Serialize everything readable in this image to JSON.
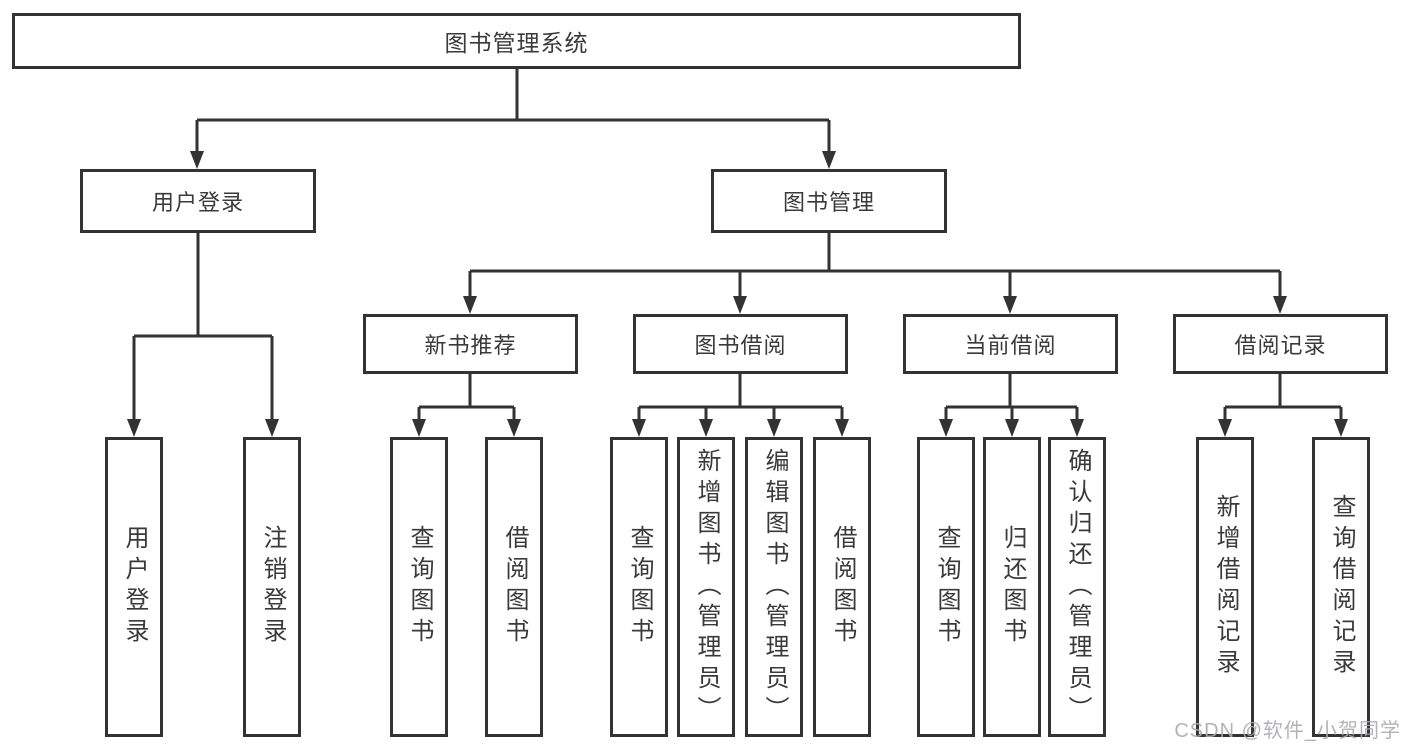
{
  "tree": {
    "label": "图书管理系统",
    "children": [
      {
        "label": "用户登录",
        "children": [
          {
            "label": "用户登录"
          },
          {
            "label": "注销登录"
          }
        ]
      },
      {
        "label": "图书管理",
        "children": [
          {
            "label": "新书推荐",
            "children": [
              {
                "label": "查询图书"
              },
              {
                "label": "借阅图书"
              }
            ]
          },
          {
            "label": "图书借阅",
            "children": [
              {
                "label": "查询图书"
              },
              {
                "label": "新增图书（管理员）"
              },
              {
                "label": "编辑图书（管理员）"
              },
              {
                "label": "借阅图书"
              }
            ]
          },
          {
            "label": "当前借阅",
            "children": [
              {
                "label": "查询图书"
              },
              {
                "label": "归还图书"
              },
              {
                "label": "确认归还（管理员）"
              }
            ]
          },
          {
            "label": "借阅记录",
            "children": [
              {
                "label": "新增借阅记录"
              },
              {
                "label": "查询借阅记录"
              }
            ]
          }
        ]
      }
    ]
  },
  "watermark": {
    "text": "CSDN @软件_小贺同学"
  },
  "colors": {
    "box_border": "#333333",
    "connector_line": "#333333",
    "text": "#3a3a3a",
    "watermark": "#ababaf",
    "background": "#ffffff"
  }
}
